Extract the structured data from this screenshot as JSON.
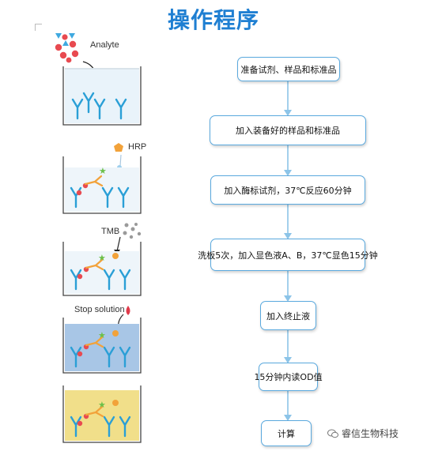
{
  "title": "操作程序",
  "labels": {
    "analyte": "Analyte",
    "hrp": "HRP",
    "tmb": "TMB",
    "stop": "Stop solution"
  },
  "steps": [
    "准备试剂、样品和标准品",
    "加入装备好的样品和标准品",
    "加入酶标试剂，37℃反应60分钟",
    "洗板5次，加入显色液A、B，37℃显色15分钟",
    "加入终止液",
    "15分钟内读OD值",
    "计算"
  ],
  "watermark": "睿信生物科技",
  "colors": {
    "title": "#1f7fd2",
    "box_border": "#5aa9de",
    "arrow": "#8cc4e8",
    "antibody": "#2a9fd6",
    "well_liquid_blue": "#a8c6e6",
    "well_liquid_yellow": "#f1df8a"
  }
}
